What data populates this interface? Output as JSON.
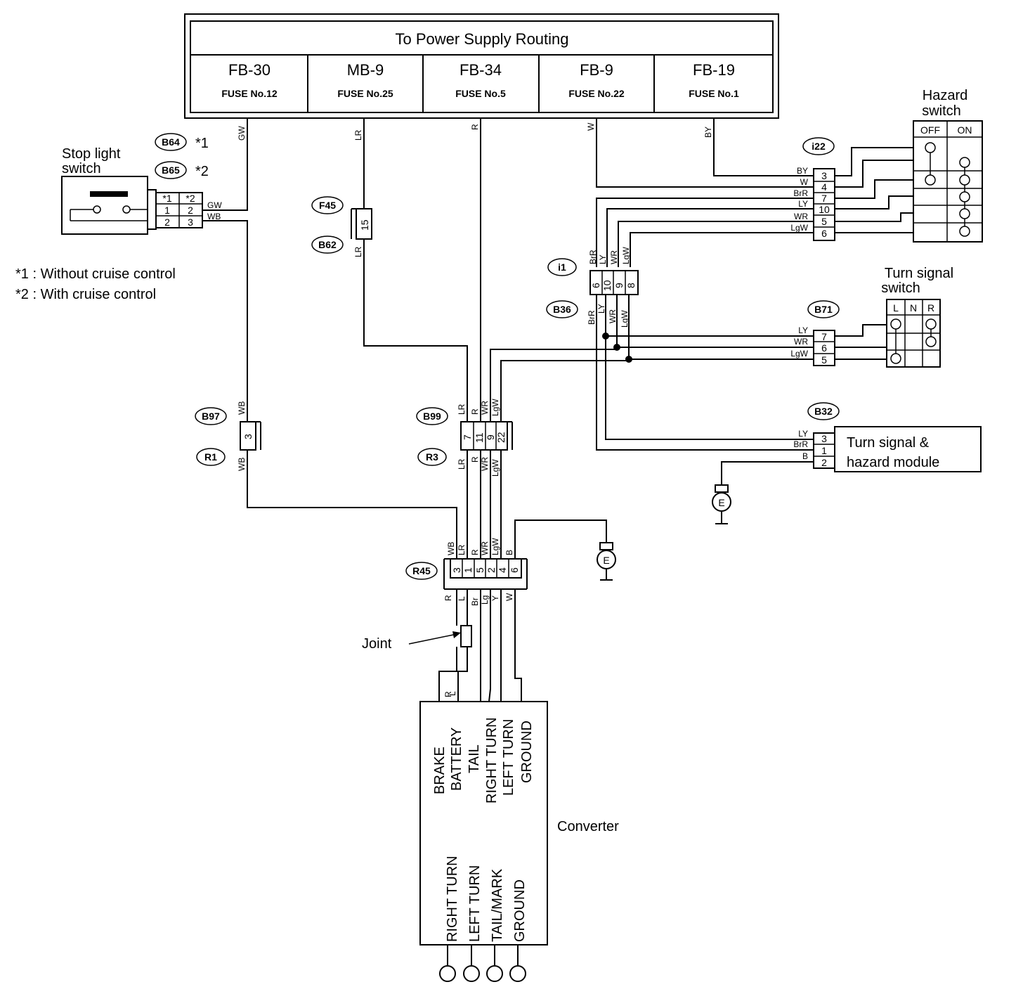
{
  "power_header": {
    "title": "To Power Supply Routing",
    "fuses": [
      {
        "id": "FB-30",
        "fuse": "FUSE No.12"
      },
      {
        "id": "MB-9",
        "fuse": "FUSE No.25"
      },
      {
        "id": "FB-34",
        "fuse": "FUSE No.5"
      },
      {
        "id": "FB-9",
        "fuse": "FUSE No.22"
      },
      {
        "id": "FB-19",
        "fuse": "FUSE No.1"
      }
    ]
  },
  "stop_light_switch": {
    "label_line1": "Stop light",
    "label_line2": "switch",
    "connector_tags": [
      "B64",
      "B65"
    ],
    "tag_notes": [
      "*1",
      "*2"
    ],
    "pins_header": [
      "*1",
      "*2"
    ],
    "pins_row1": [
      "1",
      "2"
    ],
    "pins_row2": [
      "2",
      "3"
    ],
    "wires": [
      "GW",
      "WB"
    ]
  },
  "notes": [
    "*1 : Without cruise control",
    "*2 : With cruise control"
  ],
  "connectors": {
    "F45": "F45",
    "B62": "B62",
    "F45_pin": "15",
    "i1": "i1",
    "B36": "B36",
    "i1_pins": [
      "6",
      "10",
      "9",
      "8"
    ],
    "i1_wires_top": [
      "BrR",
      "LY",
      "WR",
      "LgW"
    ],
    "i1_wires_bottom": [
      "BrR",
      "LY",
      "WR",
      "LgW"
    ],
    "i22": "i22",
    "i22_pins": [
      "3",
      "4",
      "7",
      "10",
      "5",
      "6"
    ],
    "i22_wires": [
      "BY",
      "W",
      "BrR",
      "LY",
      "WR",
      "LgW"
    ],
    "B71": "B71",
    "B71_pins": [
      "7",
      "6",
      "5"
    ],
    "B71_wires": [
      "LY",
      "WR",
      "LgW"
    ],
    "B32": "B32",
    "B32_pins": [
      "3",
      "1",
      "2"
    ],
    "B32_wires": [
      "LY",
      "BrR",
      "B"
    ],
    "B97": "B97",
    "R1": "R1",
    "B97_pin": "3",
    "B99": "B99",
    "R3": "R3",
    "B99_pins": [
      "7",
      "11",
      "9",
      "22"
    ],
    "B99_wires_top": [
      "LR",
      "R",
      "WR",
      "LgW"
    ],
    "B99_wires_bottom": [
      "LR",
      "R",
      "WR",
      "LgW"
    ],
    "R45": "R45",
    "R45_pins": [
      "3",
      "1",
      "5",
      "2",
      "4",
      "6"
    ],
    "R45_wires_top": [
      "WB",
      "LR",
      "R",
      "WR",
      "LgW",
      "B"
    ],
    "R45_wires_bottom": [
      "R",
      "L",
      "Br",
      "Lg",
      "Y",
      "W"
    ]
  },
  "wire_labels": {
    "fb30": "GW",
    "mb9": "LR",
    "fb34": "R",
    "fb9": "W",
    "fb19": "BY",
    "b62": "LR",
    "b97": "WB",
    "r1": "WB",
    "conv_r": "R",
    "conv_l": "L"
  },
  "hazard_switch": {
    "label_line1": "Hazard",
    "label_line2": "switch",
    "columns": [
      "OFF",
      "ON"
    ]
  },
  "turn_signal_switch": {
    "label_line1": "Turn signal",
    "label_line2": "switch",
    "columns": [
      "L",
      "N",
      "R"
    ]
  },
  "module": {
    "label_line1": "Turn signal &",
    "label_line2": "hazard module"
  },
  "ground_symbol": "E",
  "joint_label": "Joint",
  "converter": {
    "label": "Converter",
    "inputs": [
      "BRAKE",
      "BATTERY",
      "TAIL",
      "RIGHT TURN",
      "LEFT TURN",
      "GROUND"
    ],
    "outputs": [
      "RIGHT TURN",
      "LEFT TURN",
      "TAIL/MARK",
      "GROUND"
    ]
  }
}
